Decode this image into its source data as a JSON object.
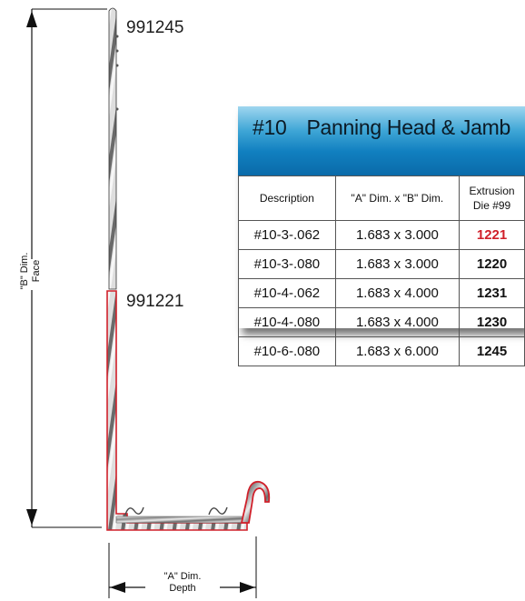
{
  "diagram": {
    "part_label_top": "991245",
    "part_label_mid": "991221",
    "b_dim_line1": "\"B\" Dim.",
    "b_dim_line2": "Face",
    "a_dim_line1": "\"A\" Dim.",
    "a_dim_line2": "Depth",
    "highlight_color": "#d0202a"
  },
  "spec_table": {
    "title_num": "#10",
    "title_text": "Panning Head & Jamb",
    "header_color": "#1180c0",
    "columns": [
      "Description",
      "\"A\" Dim. x \"B\" Dim.",
      "Extrusion",
      "Die #99"
    ],
    "rows": [
      {
        "desc": "#10-3-.062",
        "dims": "1.683 x 3.000",
        "die": "1221",
        "die_color": "#d0202a"
      },
      {
        "desc": "#10-3-.080",
        "dims": "1.683 x 3.000",
        "die": "1220",
        "die_color": "#111111"
      },
      {
        "desc": "#10-4-.062",
        "dims": "1.683 x 4.000",
        "die": "1231",
        "die_color": "#111111"
      },
      {
        "desc": "#10-4-.080",
        "dims": "1.683 x 4.000",
        "die": "1230",
        "die_color": "#111111"
      },
      {
        "desc": "#10-6-.080",
        "dims": "1.683 x 6.000",
        "die": "1245",
        "die_color": "#111111"
      }
    ]
  }
}
